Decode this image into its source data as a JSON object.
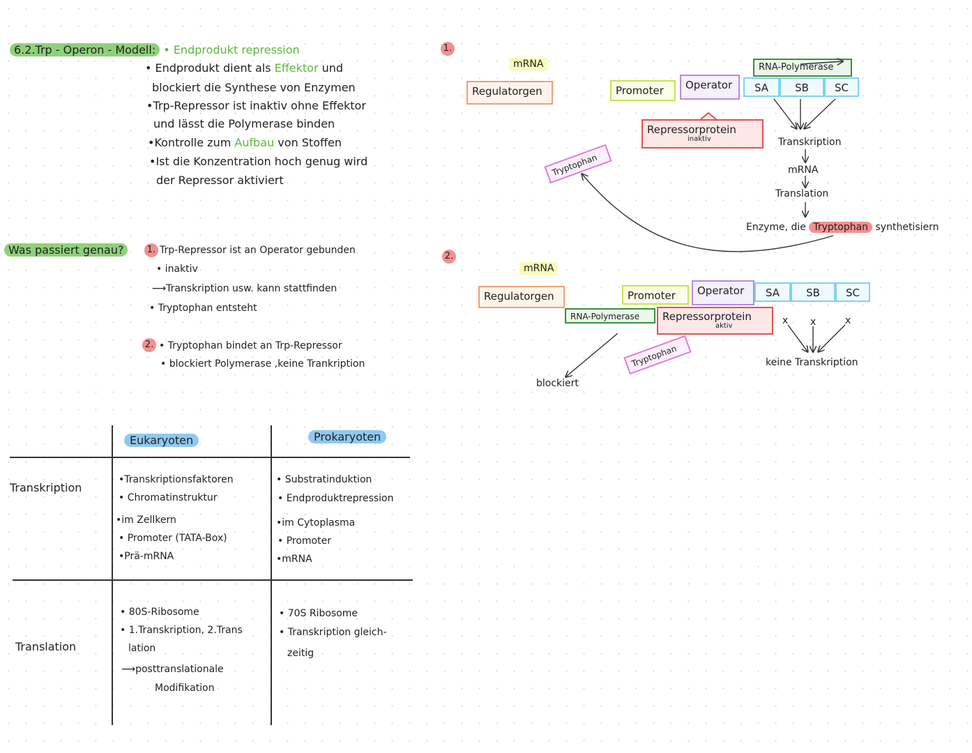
{
  "section1": {
    "heading": "6.2.Trp - Operon - Modell:",
    "subheading": "• Endprodukt repression",
    "bullet1_pre": "• Endprodukt  dient  als ",
    "bullet1_effektor": "Effektor",
    "bullet1_post": "  und",
    "bullet1_line2": "blockiert  die  Synthese  von Enzymen",
    "bullet2_line1": "•Trp-Repressor  ist inaktiv ohne  Effektor",
    "bullet2_line2": "und  lässt  die Polymerase  binden",
    "bullet3_pre": "•Kontrolle  zum  ",
    "bullet3_aufbau": "Aufbau",
    "bullet3_post": "  von  Stoffen",
    "bullet4_line1": "•Ist die  Konzentration hoch  genug  wird",
    "bullet4_line2": "der Repressor  aktiviert"
  },
  "section2": {
    "question": "Was passiert genau?",
    "n1": "1.",
    "s1_line1": "Trp-Repressor  ist  an  Operator  gebunden",
    "s1_line2": "• inaktiv",
    "s1_line3": "⟶Transkription  usw.  kann  stattfinden",
    "s1_line4": "• Tryptophan  entsteht",
    "n2": "2.",
    "s2_line1": "• Tryptophan  bindet  an  Trp-Repressor",
    "s2_line2": "• blockiert  Polymerase ,keine  Trankription"
  },
  "table": {
    "col_eukaryoten": "Eukaryoten",
    "col_prokaryoten": "Prokaryoten",
    "row_transkription": "Transkription",
    "row_translation": "Translation",
    "euk_transkription": [
      "•Transkriptionsfaktoren",
      "• Chromatinstruktur",
      "•im Zellkern",
      "• Promoter (TATA-Box)",
      "•Prä-mRNA"
    ],
    "prok_transkription": [
      "• Substratinduktion",
      "• Endproduktrepression",
      "•im Cytoplasma",
      "• Promoter",
      "•mRNA"
    ],
    "euk_translation": [
      "• 80S-Ribosome",
      "• 1.Transkription, 2.Trans",
      "lation",
      "⟶posttranslationale",
      "Modifikation"
    ],
    "prok_translation": [
      "• 70S Ribosome",
      "• Transkription gleich-",
      "zeitig"
    ]
  },
  "diagram1": {
    "num": "1.",
    "mrna": "mRNA",
    "regulatorgen": "Regulatorgen",
    "promoter": "Promoter",
    "operator": "Operator",
    "rna_polymerase": "RNA-Polymerase",
    "sa": "SA",
    "sb": "SB",
    "sc": "SC",
    "repressor": "Repressorprotein",
    "repressor_state": "inaktiv",
    "tryptophan": "Tryptophan",
    "transkription": "Transkription",
    "mrna2": "mRNA",
    "translation": "Translation",
    "enzyme_pre": "Enzyme, die",
    "enzyme_trp": "Tryptophan",
    "enzyme_post": "synthetisiern"
  },
  "diagram2": {
    "num": "2.",
    "mrna": "mRNA",
    "regulatorgen": "Regulatorgen",
    "promoter": "Promoter",
    "operator": "Operator",
    "sa": "SA",
    "sb": "SB",
    "sc": "SC",
    "rna_polymerase": "RNA-Polymerase",
    "repressor": "Repressorprotein",
    "repressor_state": "aktiv",
    "tryptophan": "Tryptophan",
    "blockiert": "blockiert",
    "x": "x",
    "keine": "keine Transkription"
  }
}
